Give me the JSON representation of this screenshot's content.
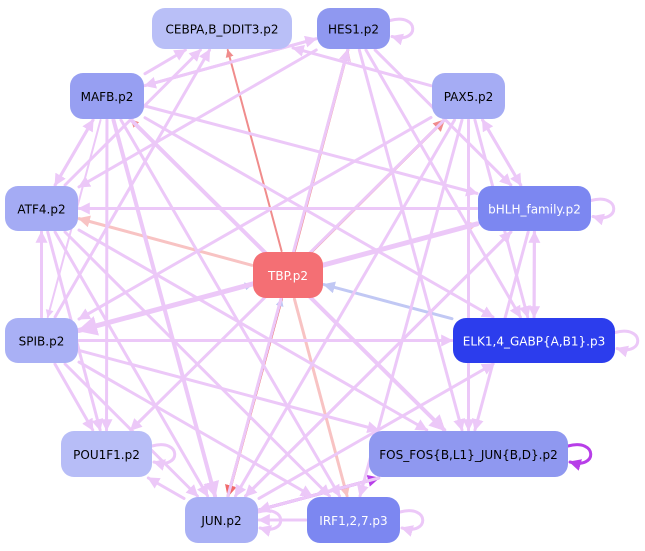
{
  "colors": {
    "pink": "#ecc8f8",
    "purple": "#b73ee8",
    "salmon": "#f08c8c",
    "lightsalmon": "#f8c3c3",
    "red": "#f06a6a",
    "blue": "#c1c8f4"
  },
  "nodes": [
    {
      "id": "cebpa",
      "label": "CEBPA,B_DDIT3.p2",
      "fill": "#b9bff7",
      "text": "#000000"
    },
    {
      "id": "hes1",
      "label": "HES1.p2",
      "fill": "#8f98f0",
      "text": "#000000"
    },
    {
      "id": "mafb",
      "label": "MAFB.p2",
      "fill": "#979ff2",
      "text": "#000000"
    },
    {
      "id": "pax5",
      "label": "PAX5.p2",
      "fill": "#a5acf4",
      "text": "#000000"
    },
    {
      "id": "atf4",
      "label": "ATF4.p2",
      "fill": "#a4abf4",
      "text": "#000000"
    },
    {
      "id": "bhlh",
      "label": "bHLH_family.p2",
      "fill": "#7c87f1",
      "text": "#ffffff"
    },
    {
      "id": "tbp",
      "label": "TBP.p2",
      "fill": "#f46f74",
      "text": "#ffffff"
    },
    {
      "id": "spib",
      "label": "SPIB.p2",
      "fill": "#a9b0f5",
      "text": "#000000"
    },
    {
      "id": "elk",
      "label": "ELK1,4_GABP{A,B1}.p3",
      "fill": "#2c3ded",
      "text": "#ffffff"
    },
    {
      "id": "pou1f1",
      "label": "POU1F1.p2",
      "fill": "#b7bdf7",
      "text": "#000000"
    },
    {
      "id": "fos",
      "label": "FOS_FOS{B,L1}_JUN{B,D}.p2",
      "fill": "#8f98f0",
      "text": "#000000"
    },
    {
      "id": "jun",
      "label": "JUN.p2",
      "fill": "#a9b0f5",
      "text": "#000000"
    },
    {
      "id": "irf",
      "label": "IRF1,2,7.p3",
      "fill": "#7c87f1",
      "text": "#ffffff"
    }
  ],
  "edges": [
    {
      "from": "tbp",
      "to": "cebpa",
      "color": "salmon",
      "weight": 2
    },
    {
      "from": "tbp",
      "to": "hes1",
      "color": "salmon",
      "weight": 3
    },
    {
      "from": "tbp",
      "to": "mafb",
      "color": "salmon",
      "weight": 2
    },
    {
      "from": "tbp",
      "to": "pax5",
      "color": "salmon",
      "weight": 3
    },
    {
      "from": "tbp",
      "to": "atf4",
      "color": "lightsalmon",
      "weight": 3
    },
    {
      "from": "tbp",
      "to": "bhlh",
      "color": "lightsalmon",
      "weight": 2
    },
    {
      "from": "tbp",
      "to": "spib",
      "color": "lightsalmon",
      "weight": 2
    },
    {
      "from": "tbp",
      "to": "pou1f1",
      "color": "lightsalmon",
      "weight": 2
    },
    {
      "from": "tbp",
      "to": "fos",
      "color": "red",
      "weight": 3
    },
    {
      "from": "tbp",
      "to": "jun",
      "color": "red",
      "weight": 3
    },
    {
      "from": "tbp",
      "to": "irf",
      "color": "lightsalmon",
      "weight": 3
    },
    {
      "from": "elk",
      "to": "tbp",
      "color": "blue",
      "weight": 3
    },
    {
      "from": "spib",
      "to": "tbp",
      "color": "blue",
      "weight": 2
    },
    {
      "from": "jun",
      "to": "tbp",
      "color": "blue",
      "weight": 2
    },
    {
      "from": "jun",
      "to": "fos",
      "color": "purple",
      "weight": 3
    },
    {
      "from": "mafb",
      "to": "cebpa",
      "color": "pink",
      "weight": 3
    },
    {
      "from": "mafb",
      "to": "hes1",
      "color": "pink",
      "weight": 3
    },
    {
      "from": "mafb",
      "to": "atf4",
      "color": "pink",
      "weight": 3
    },
    {
      "from": "mafb",
      "to": "bhlh",
      "color": "pink",
      "weight": 3
    },
    {
      "from": "mafb",
      "to": "elk",
      "color": "pink",
      "weight": 3
    },
    {
      "from": "mafb",
      "to": "fos",
      "color": "pink",
      "weight": 4
    },
    {
      "from": "mafb",
      "to": "jun",
      "color": "pink",
      "weight": 4
    },
    {
      "from": "mafb",
      "to": "pou1f1",
      "color": "pink",
      "weight": 3
    },
    {
      "from": "mafb",
      "to": "irf",
      "color": "pink",
      "weight": 3
    },
    {
      "from": "mafb",
      "to": "spib",
      "color": "pink",
      "weight": 2
    },
    {
      "from": "hes1",
      "to": "mafb",
      "color": "pink",
      "weight": 3
    },
    {
      "from": "hes1",
      "to": "atf4",
      "color": "pink",
      "weight": 3
    },
    {
      "from": "hes1",
      "to": "bhlh",
      "color": "pink",
      "weight": 3
    },
    {
      "from": "hes1",
      "to": "elk",
      "color": "pink",
      "weight": 3
    },
    {
      "from": "hes1",
      "to": "fos",
      "color": "pink",
      "weight": 3
    },
    {
      "from": "pax5",
      "to": "cebpa",
      "color": "pink",
      "weight": 3
    },
    {
      "from": "pax5",
      "to": "bhlh",
      "color": "pink",
      "weight": 3
    },
    {
      "from": "pax5",
      "to": "spib",
      "color": "pink",
      "weight": 3
    },
    {
      "from": "pax5",
      "to": "pou1f1",
      "color": "pink",
      "weight": 3
    },
    {
      "from": "pax5",
      "to": "fos",
      "color": "pink",
      "weight": 3
    },
    {
      "from": "pax5",
      "to": "jun",
      "color": "pink",
      "weight": 3
    },
    {
      "from": "pax5",
      "to": "irf",
      "color": "pink",
      "weight": 3
    },
    {
      "from": "pax5",
      "to": "elk",
      "color": "pink",
      "weight": 3
    },
    {
      "from": "bhlh",
      "to": "pax5",
      "color": "pink",
      "weight": 3
    },
    {
      "from": "bhlh",
      "to": "elk",
      "color": "pink",
      "weight": 3
    },
    {
      "from": "elk",
      "to": "bhlh",
      "color": "pink",
      "weight": 3
    },
    {
      "from": "bhlh",
      "to": "atf4",
      "color": "pink",
      "weight": 3
    },
    {
      "from": "bhlh",
      "to": "spib",
      "color": "pink",
      "weight": 5
    },
    {
      "from": "bhlh",
      "to": "jun",
      "color": "pink",
      "weight": 3
    },
    {
      "from": "bhlh",
      "to": "fos",
      "color": "pink",
      "weight": 3
    },
    {
      "from": "atf4",
      "to": "mafb",
      "color": "pink",
      "weight": 3
    },
    {
      "from": "atf4",
      "to": "fos",
      "color": "pink",
      "weight": 3
    },
    {
      "from": "atf4",
      "to": "jun",
      "color": "pink",
      "weight": 3
    },
    {
      "from": "atf4",
      "to": "irf",
      "color": "pink",
      "weight": 3
    },
    {
      "from": "atf4",
      "to": "pou1f1",
      "color": "pink",
      "weight": 3
    },
    {
      "from": "spib",
      "to": "atf4",
      "color": "pink",
      "weight": 3
    },
    {
      "from": "spib",
      "to": "elk",
      "color": "pink",
      "weight": 3
    },
    {
      "from": "spib",
      "to": "fos",
      "color": "pink",
      "weight": 3
    },
    {
      "from": "spib",
      "to": "pou1f1",
      "color": "pink",
      "weight": 3
    },
    {
      "from": "spib",
      "to": "jun",
      "color": "pink",
      "weight": 3
    },
    {
      "from": "spib",
      "to": "irf",
      "color": "pink",
      "weight": 3
    },
    {
      "from": "spib",
      "to": "cebpa",
      "color": "pink",
      "weight": 3
    },
    {
      "from": "jun",
      "to": "bhlh",
      "color": "pink",
      "weight": 3
    },
    {
      "from": "jun",
      "to": "hes1",
      "color": "pink",
      "weight": 3
    },
    {
      "from": "jun",
      "to": "pou1f1",
      "color": "pink",
      "weight": 3
    },
    {
      "from": "jun",
      "to": "elk",
      "color": "pink",
      "weight": 3
    },
    {
      "from": "fos",
      "to": "jun",
      "color": "pink",
      "weight": 3
    },
    {
      "from": "irf",
      "to": "jun",
      "color": "pink",
      "weight": 3
    },
    {
      "from": "atf4",
      "to": "cebpa",
      "color": "pink",
      "weight": 3
    }
  ],
  "self_loops": [
    {
      "node": "hes1",
      "color": "pink",
      "weight": 3
    },
    {
      "node": "bhlh",
      "color": "pink",
      "weight": 3
    },
    {
      "node": "elk",
      "color": "pink",
      "weight": 3
    },
    {
      "node": "pou1f1",
      "color": "pink",
      "weight": 3
    },
    {
      "node": "fos",
      "color": "purple",
      "weight": 3
    },
    {
      "node": "jun",
      "color": "pink",
      "weight": 3
    },
    {
      "node": "irf",
      "color": "pink",
      "weight": 3
    }
  ]
}
